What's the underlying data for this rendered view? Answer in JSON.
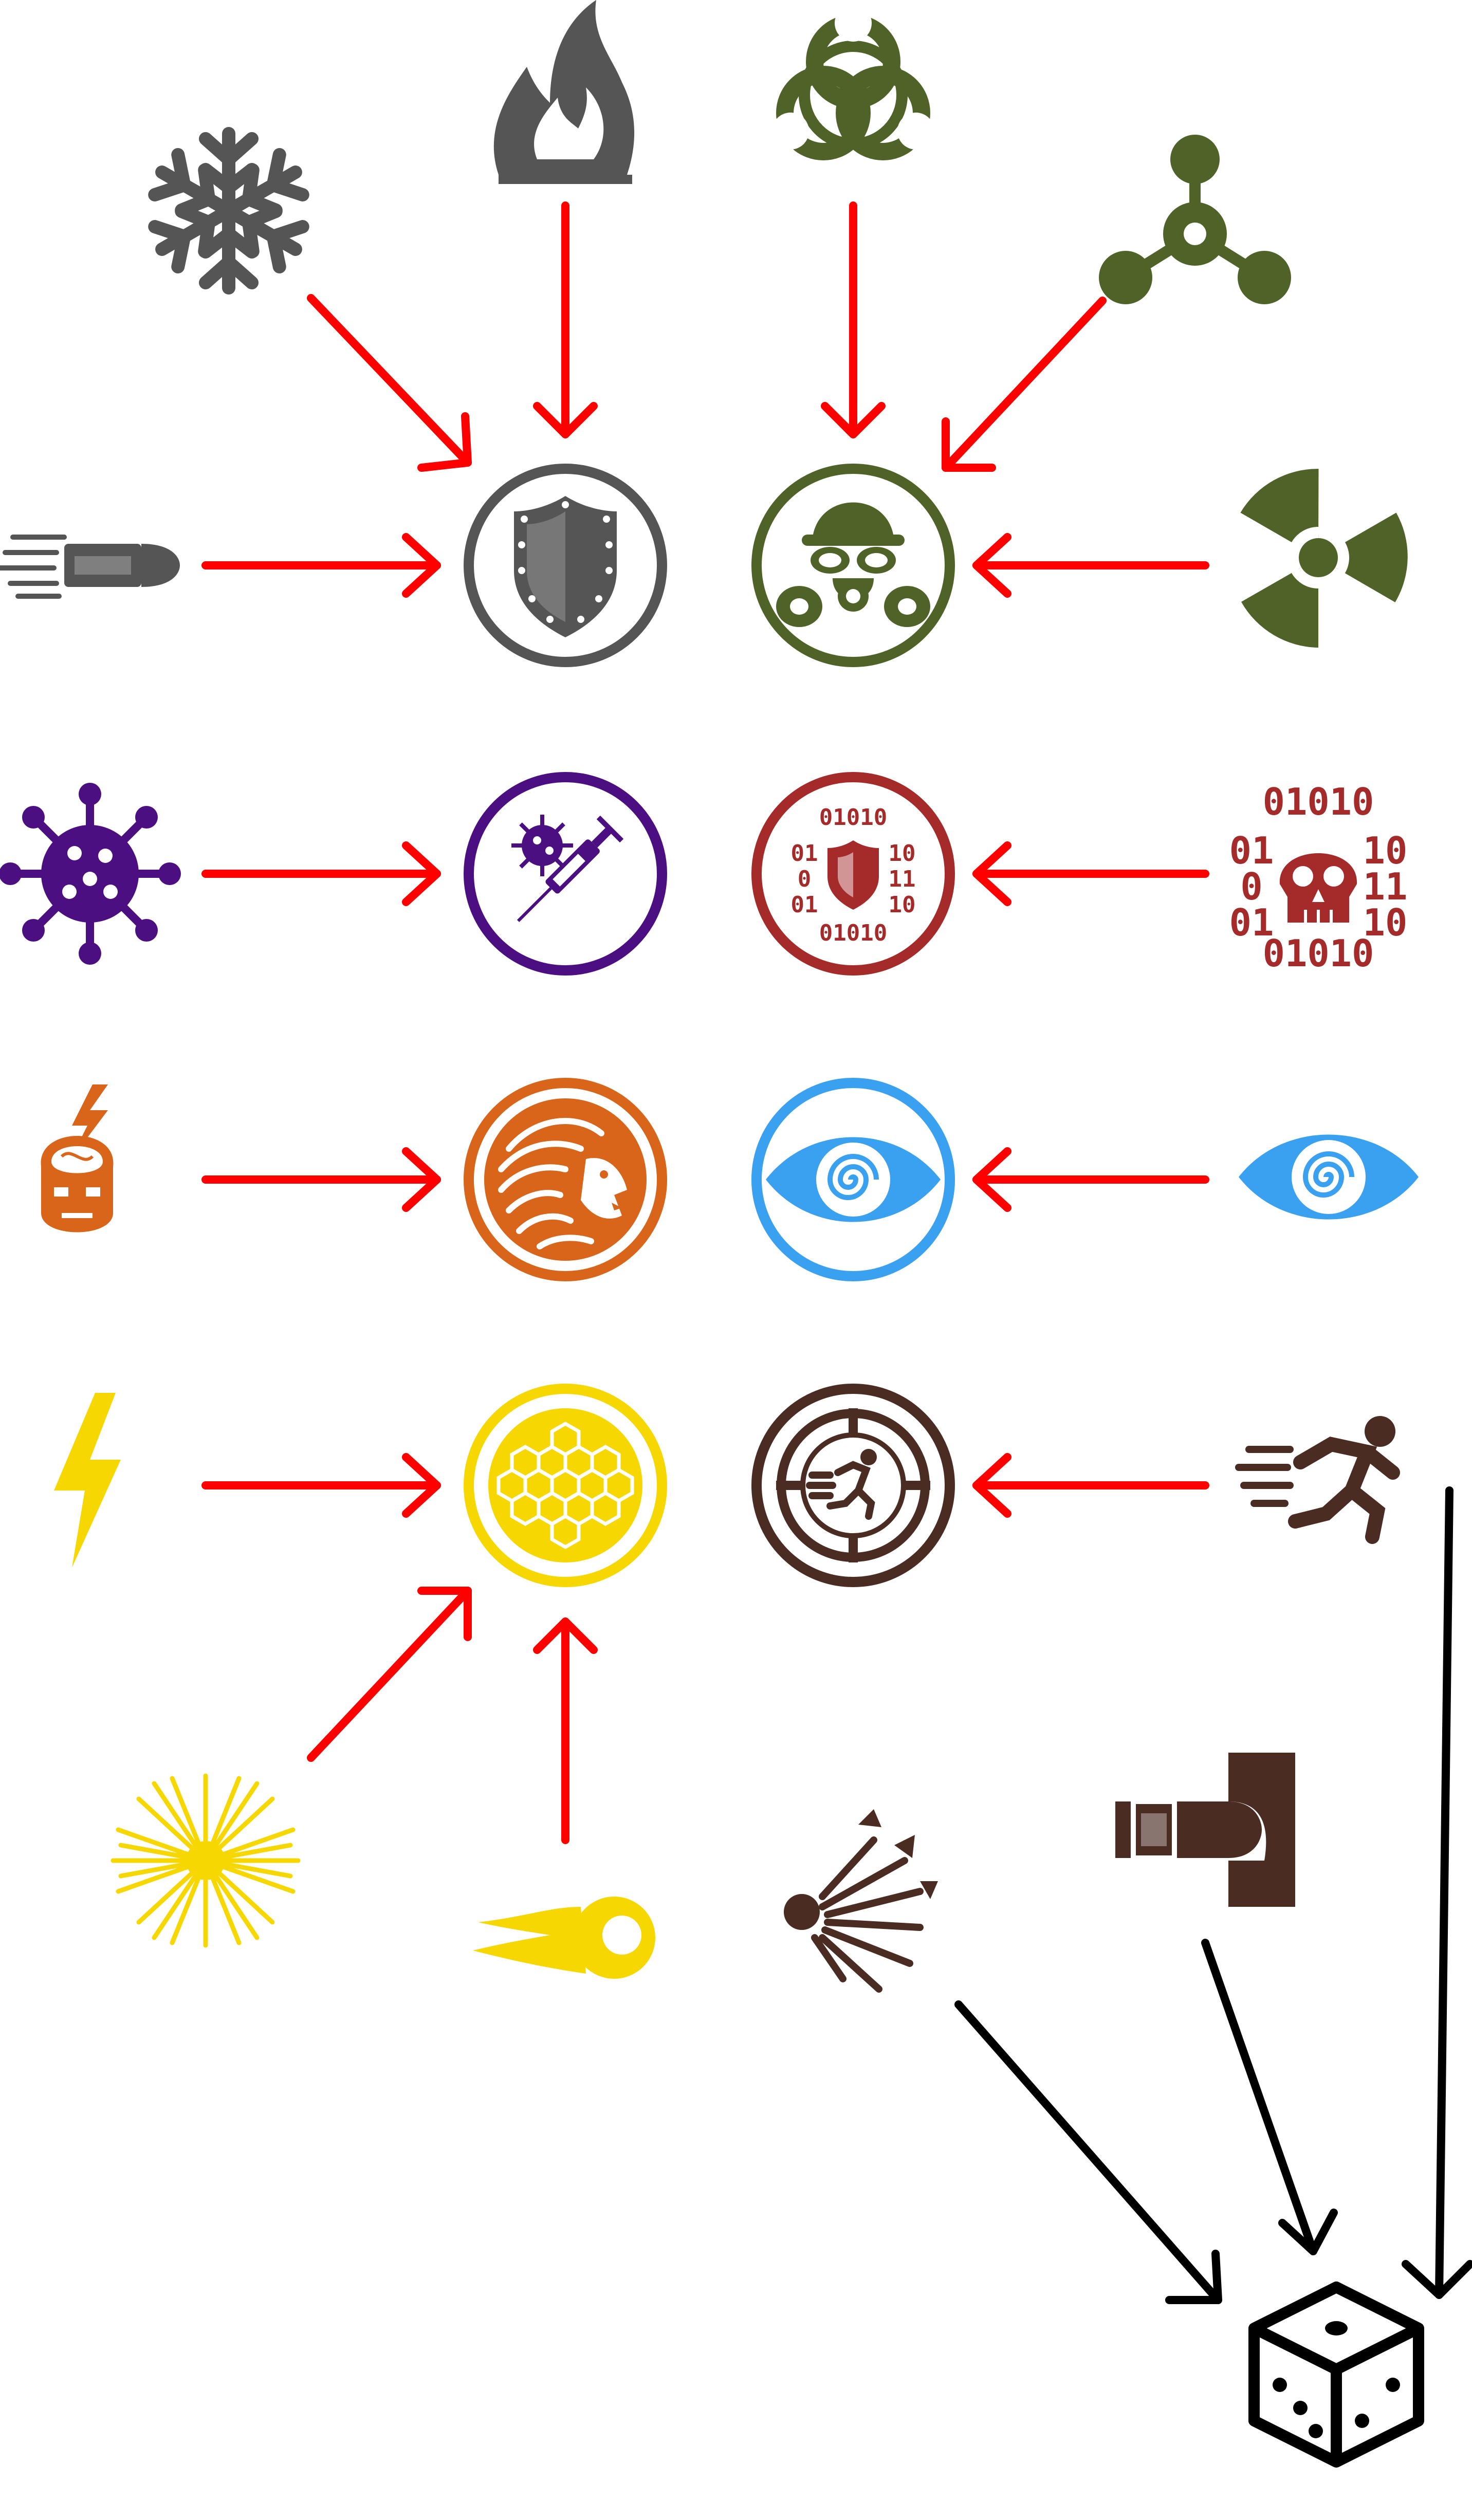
{
  "colors": {
    "gray": "#555555",
    "olive": "#4f6228",
    "purple": "#4b0f82",
    "crimson": "#a52a2a",
    "orange": "#d9651b",
    "blue": "#3aa0f0",
    "yellow": "#f6d800",
    "brown": "#4a2c22",
    "red_arrow": "#ff0000",
    "black_arrow": "#000000"
  },
  "binary": {
    "top": "01010",
    "left_a": "01",
    "left_b": "0",
    "left_c": "01",
    "right_a": "10",
    "right_b": "11",
    "right_c": "10",
    "bottom": "01010"
  },
  "nodes": [
    {
      "icon": "physical-defense-shield",
      "color": "gray"
    },
    {
      "icon": "gas-mask-protection",
      "color": "olive"
    },
    {
      "icon": "vaccine-syringe",
      "color": "purple"
    },
    {
      "icon": "cyber-shield",
      "color": "crimson"
    },
    {
      "icon": "lion-courage",
      "color": "orange"
    },
    {
      "icon": "hypnotic-eye",
      "color": "blue"
    },
    {
      "icon": "energy-dome",
      "color": "yellow"
    },
    {
      "icon": "dodge-reticle",
      "color": "brown"
    },
    {
      "icon": "dice",
      "color": "black"
    }
  ]
}
